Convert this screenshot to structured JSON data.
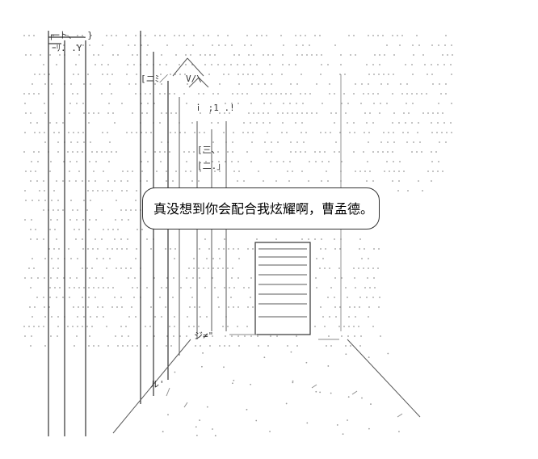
{
  "speech_bubble": {
    "text": "真没想到你会配合我炫耀啊，曹孟德。"
  },
  "ascii_marks": {
    "a": "┌─ト、 .}",
    "b": "ｰﾘ. .Y",
    "c": "[ニﾐ／",
    "d": "V/\\",
    "e": "ｉ ;1 .!",
    "f": "[三、",
    "g": "[二.」",
    "h": "ジ≠\"",
    "i": "ル'"
  }
}
